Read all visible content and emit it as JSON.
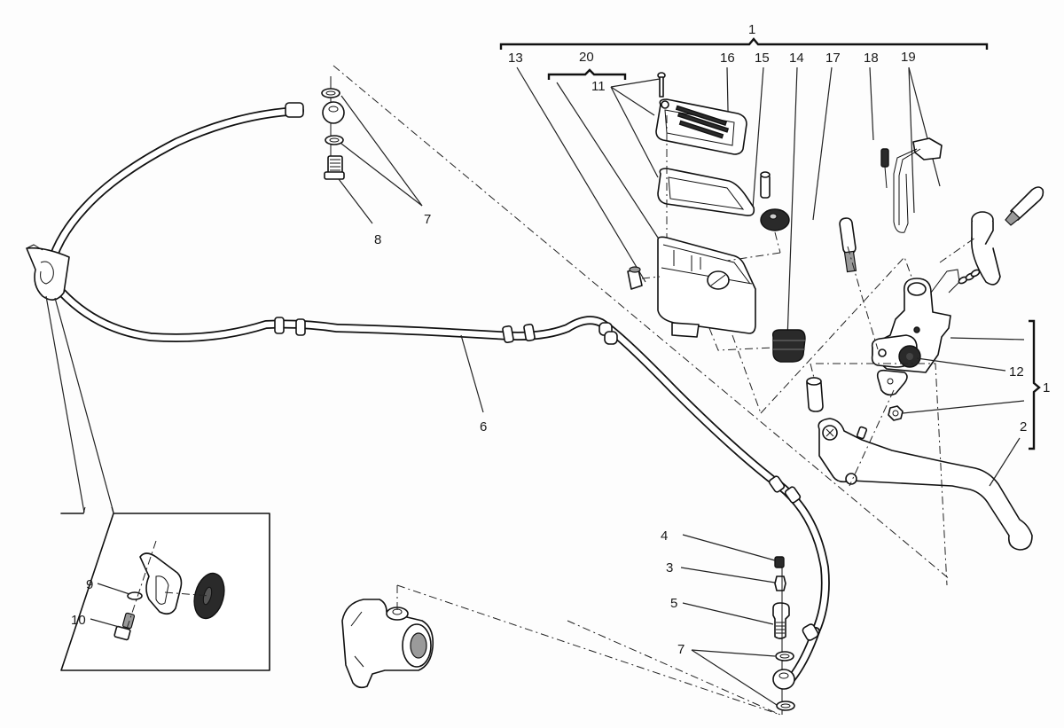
{
  "diagram": {
    "title": "Clutch master cylinder exploded view",
    "labels": {
      "assembly_top": "1",
      "assembly_right": "1",
      "lever": "2",
      "bleed_screw": "3",
      "bleed_cap": "4",
      "union_screw_bottom": "5",
      "hose": "6",
      "washers_top": "7",
      "washers_bottom": "7",
      "union_screw_top": "8",
      "washer_inset": "9",
      "screw_inset": "10",
      "cover_screws": "11",
      "pivot_bushing": "12",
      "reservoir_plug": "13",
      "boot": "14",
      "grommet": "15",
      "fitting": "16",
      "pushrod": "17",
      "switch": "18",
      "clamp_screws": "19",
      "reservoir_kit": "20"
    },
    "colors": {
      "line": "#111111",
      "background": "#fdfdfd",
      "rubber": "#2a2a2a"
    }
  }
}
